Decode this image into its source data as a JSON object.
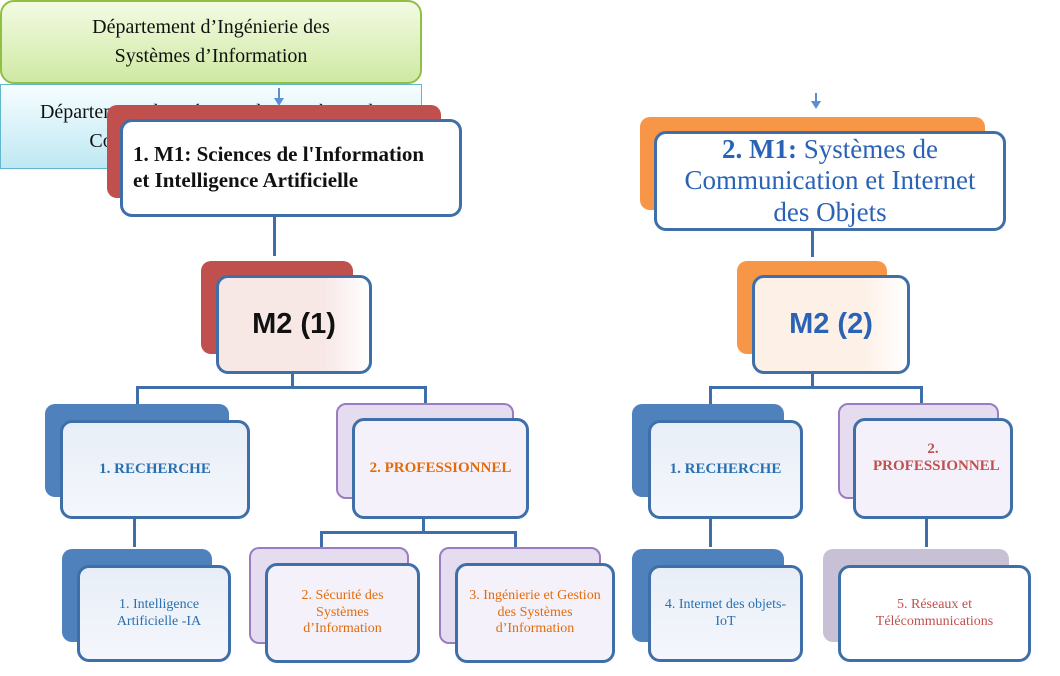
{
  "left": {
    "department": "Département d’Ingénierie des Systèmes d’Information",
    "m1_prefix": "1. M1",
    "m1_rest": ": Sciences de l'Information et Intelligence Artificielle",
    "m2": "M2 (1)",
    "option_research": "1. RECHERCHE",
    "option_pro": "2. PROFESSIONNEL",
    "leaves": [
      "1. Intelligence Artificielle -IA",
      "2. Sécurité des Systèmes d’Information",
      "3. Ingénierie et Gestion des Systèmes d’Information"
    ]
  },
  "right": {
    "department": "Département d’Ingénierie des Systèmes de Communication et Embarqués",
    "m1_prefix": "2. M1:",
    "m1_rest": " Systèmes de Communication et Internet des Objets",
    "m2": "M2 (2)",
    "option_research": "1. RECHERCHE",
    "option_pro": "2. PROFESSIONNEL",
    "leaves": [
      "4. Internet des objets- IoT",
      "5. Réseaux et Télécommunications"
    ]
  },
  "colors": {
    "border": "#3f6fa8",
    "red_accent": "#c0504d",
    "orange_accent": "#f79646",
    "blue_accent": "#4f81bd",
    "purple_accent": "#b9a0d2",
    "gray_accent": "#c8c0d4",
    "research_text": "#2a6fb0",
    "pro_text_left": "#e36c09",
    "pro_text_right": "#c0504d",
    "leaf_text_blue": "#2a6fb0",
    "leaf_text_orange": "#e36c09",
    "leaf_text_red": "#c0504d"
  }
}
